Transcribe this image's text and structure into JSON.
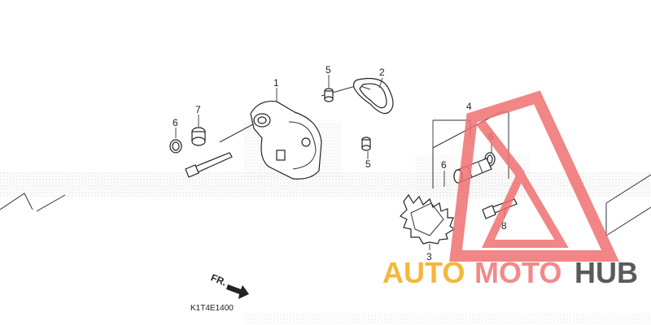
{
  "callouts": {
    "c1": "1",
    "c2": "2",
    "c3": "3",
    "c4": "4",
    "c5a": "5",
    "c5b": "5",
    "c6a": "6",
    "c6b": "6",
    "c6c": "6",
    "c7": "7",
    "c8": "8"
  },
  "front_label": "FR.",
  "diagram_code": "K1T4E1400",
  "watermark": {
    "text_auto": "AUTO",
    "text_moto": "MOTO",
    "text_hub": "HUB",
    "color_primary": "#f07070",
    "color_auto": "#f5b63a",
    "color_moto": "#f28a8a",
    "color_hub": "#5a5a5a"
  },
  "icons": [
    "front-direction-arrow-icon",
    "watermark-triangle-logo-icon"
  ]
}
